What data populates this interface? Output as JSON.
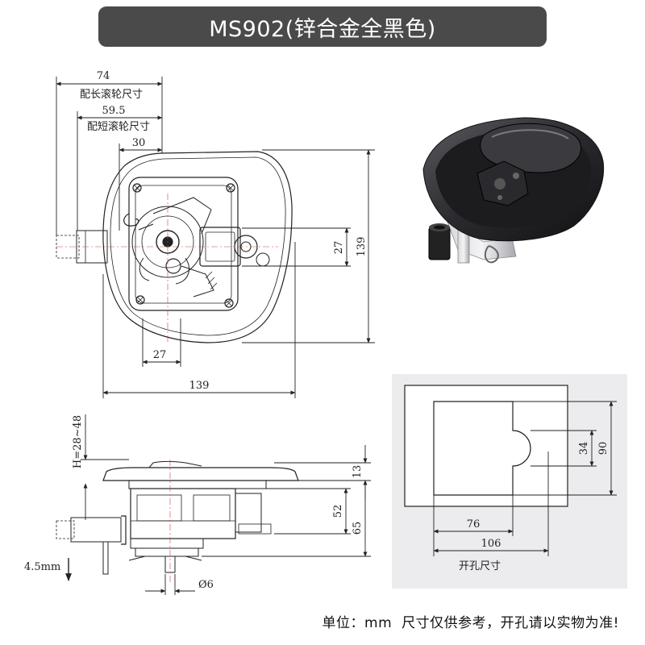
{
  "title": "MS902(锌合金全黑色)",
  "top_view": {
    "dim_74": "74",
    "label_long_roller": "配长滚轮尺寸",
    "dim_59_5": "59.5",
    "label_short_roller": "配短滚轮尺寸",
    "dim_30": "30",
    "dim_27_vertical": "27",
    "dim_139_vertical": "139",
    "dim_27_horizontal": "27",
    "dim_139_horizontal": "139"
  },
  "side_view": {
    "height_range": "H=28~48",
    "dim_13": "13",
    "dim_52": "52",
    "dim_65": "65",
    "dim_4_5mm": "4.5mm",
    "dim_phi6": "Ø6"
  },
  "cutout": {
    "dim_34": "34",
    "dim_90": "90",
    "dim_76": "76",
    "dim_106": "106",
    "label": "开孔尺寸"
  },
  "footer": {
    "unit": "单位：mm",
    "note": "尺寸仅供参考，开孔请以实物为准!"
  }
}
